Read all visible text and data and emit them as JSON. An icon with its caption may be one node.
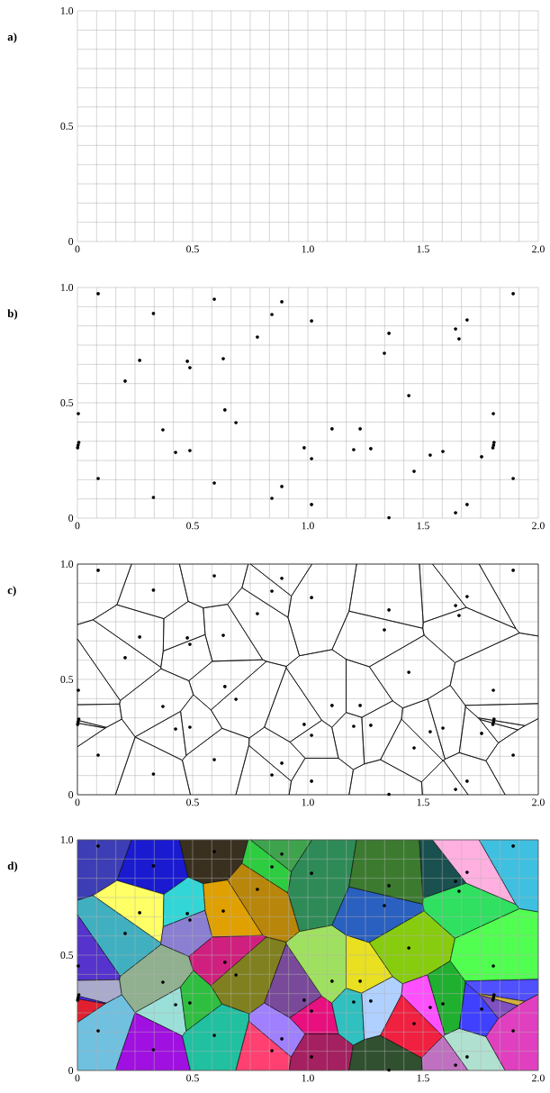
{
  "diagram": {
    "labels": [
      "a)",
      "1.0",
      "0.5",
      "0",
      "0",
      "0.5",
      "1.0",
      "1.5",
      "2.0",
      "b)",
      "1.0",
      "0.5",
      "0",
      "0",
      "0.5",
      "1.0",
      "1.5",
      "2.0",
      "c)",
      "1.0",
      "0.5",
      "0",
      "0",
      "0.5",
      "1.0",
      "1.5",
      "2.0",
      "d)",
      "1.0",
      "0.5",
      "0",
      "0",
      "0.5",
      "1.0",
      "1.5",
      "2.0"
    ]
  }
}
